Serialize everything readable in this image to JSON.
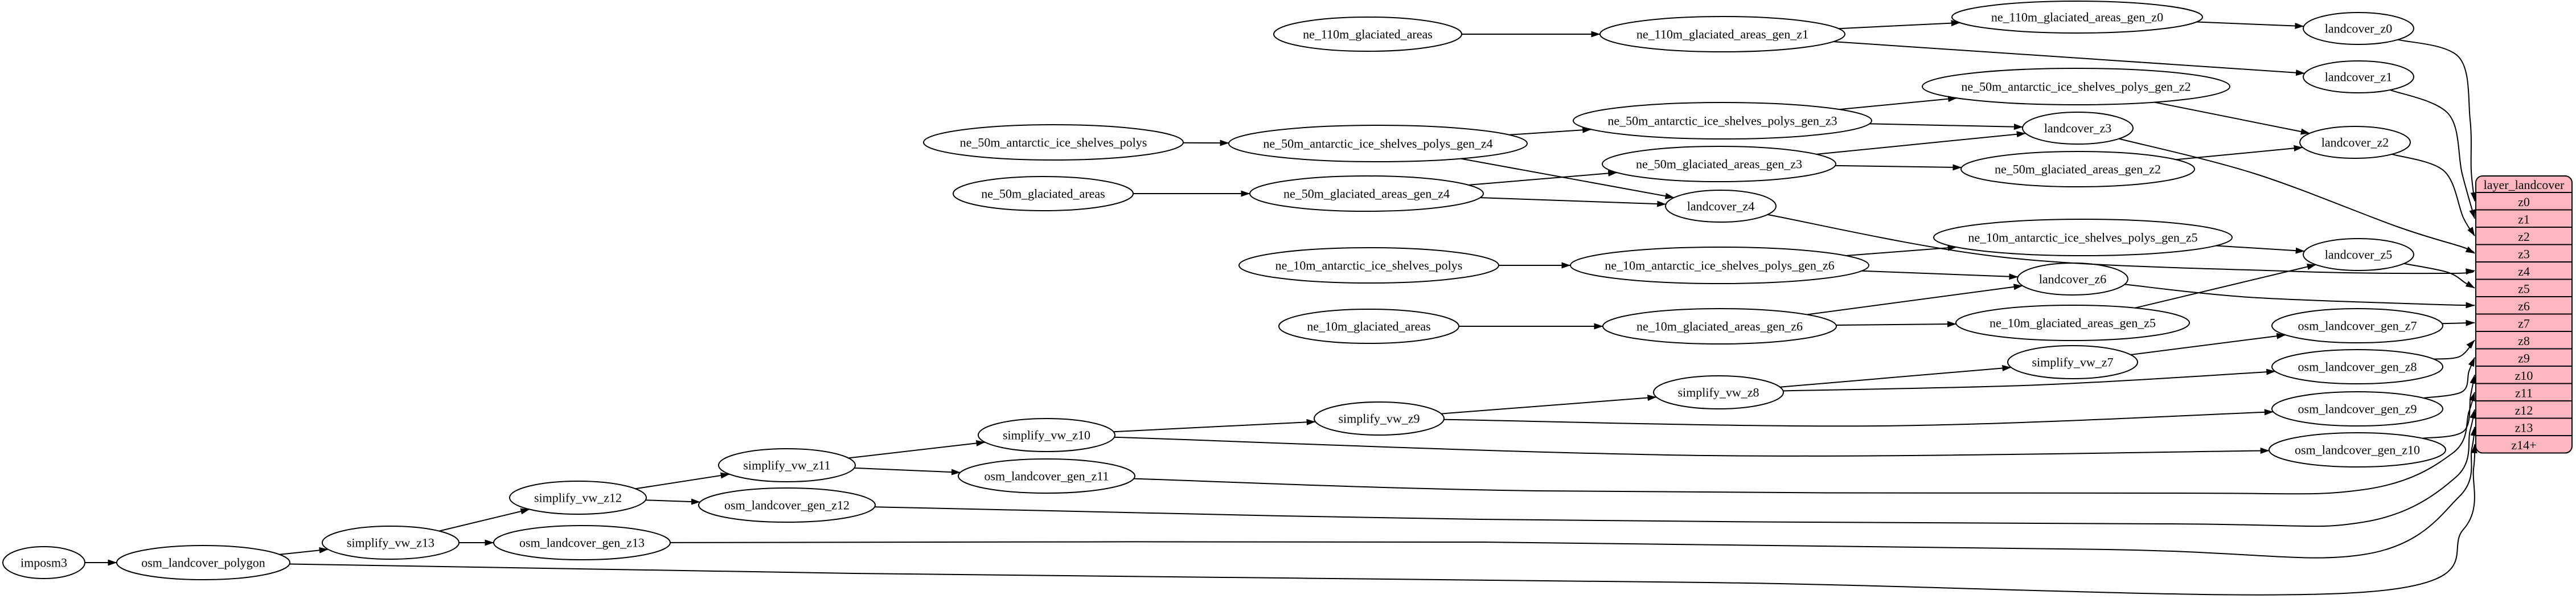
{
  "diagram": {
    "kind": "etl-dependency-graph",
    "nodes": [
      {
        "id": "imposm3",
        "label": "imposm3"
      },
      {
        "id": "osm_landcover_polygon",
        "label": "osm_landcover_polygon"
      },
      {
        "id": "simplify_vw_z13",
        "label": "simplify_vw_z13"
      },
      {
        "id": "osm_landcover_gen_z13",
        "label": "osm_landcover_gen_z13"
      },
      {
        "id": "simplify_vw_z12",
        "label": "simplify_vw_z12"
      },
      {
        "id": "osm_landcover_gen_z12",
        "label": "osm_landcover_gen_z12"
      },
      {
        "id": "simplify_vw_z11",
        "label": "simplify_vw_z11"
      },
      {
        "id": "osm_landcover_gen_z11",
        "label": "osm_landcover_gen_z11"
      },
      {
        "id": "simplify_vw_z10",
        "label": "simplify_vw_z10"
      },
      {
        "id": "simplify_vw_z9",
        "label": "simplify_vw_z9"
      },
      {
        "id": "simplify_vw_z8",
        "label": "simplify_vw_z8"
      },
      {
        "id": "simplify_vw_z7",
        "label": "simplify_vw_z7"
      },
      {
        "id": "osm_landcover_gen_z7",
        "label": "osm_landcover_gen_z7"
      },
      {
        "id": "osm_landcover_gen_z8",
        "label": "osm_landcover_gen_z8"
      },
      {
        "id": "osm_landcover_gen_z9",
        "label": "osm_landcover_gen_z9"
      },
      {
        "id": "osm_landcover_gen_z10",
        "label": "osm_landcover_gen_z10"
      },
      {
        "id": "ne_110m_glaciated_areas",
        "label": "ne_110m_glaciated_areas"
      },
      {
        "id": "ne_110m_glaciated_areas_gen_z1",
        "label": "ne_110m_glaciated_areas_gen_z1"
      },
      {
        "id": "ne_110m_glaciated_areas_gen_z0",
        "label": "ne_110m_glaciated_areas_gen_z0"
      },
      {
        "id": "ne_50m_antarctic_ice_shelves_polys",
        "label": "ne_50m_antarctic_ice_shelves_polys"
      },
      {
        "id": "ne_50m_antarctic_ice_shelves_polys_gen_z4",
        "label": "ne_50m_antarctic_ice_shelves_polys_gen_z4"
      },
      {
        "id": "ne_50m_antarctic_ice_shelves_polys_gen_z3",
        "label": "ne_50m_antarctic_ice_shelves_polys_gen_z3"
      },
      {
        "id": "ne_50m_antarctic_ice_shelves_polys_gen_z2",
        "label": "ne_50m_antarctic_ice_shelves_polys_gen_z2"
      },
      {
        "id": "ne_50m_glaciated_areas",
        "label": "ne_50m_glaciated_areas"
      },
      {
        "id": "ne_50m_glaciated_areas_gen_z4",
        "label": "ne_50m_glaciated_areas_gen_z4"
      },
      {
        "id": "ne_50m_glaciated_areas_gen_z3",
        "label": "ne_50m_glaciated_areas_gen_z3"
      },
      {
        "id": "ne_50m_glaciated_areas_gen_z2",
        "label": "ne_50m_glaciated_areas_gen_z2"
      },
      {
        "id": "ne_10m_antarctic_ice_shelves_polys",
        "label": "ne_10m_antarctic_ice_shelves_polys"
      },
      {
        "id": "ne_10m_antarctic_ice_shelves_polys_gen_z6",
        "label": "ne_10m_antarctic_ice_shelves_polys_gen_z6"
      },
      {
        "id": "ne_10m_antarctic_ice_shelves_polys_gen_z5",
        "label": "ne_10m_antarctic_ice_shelves_polys_gen_z5"
      },
      {
        "id": "ne_10m_glaciated_areas",
        "label": "ne_10m_glaciated_areas"
      },
      {
        "id": "ne_10m_glaciated_areas_gen_z6",
        "label": "ne_10m_glaciated_areas_gen_z6"
      },
      {
        "id": "ne_10m_glaciated_areas_gen_z5",
        "label": "ne_10m_glaciated_areas_gen_z5"
      },
      {
        "id": "landcover_z0",
        "label": "landcover_z0"
      },
      {
        "id": "landcover_z1",
        "label": "landcover_z1"
      },
      {
        "id": "landcover_z2",
        "label": "landcover_z2"
      },
      {
        "id": "landcover_z3",
        "label": "landcover_z3"
      },
      {
        "id": "landcover_z4",
        "label": "landcover_z4"
      },
      {
        "id": "landcover_z5",
        "label": "landcover_z5"
      },
      {
        "id": "landcover_z6",
        "label": "landcover_z6"
      }
    ],
    "edges": [
      {
        "from": "imposm3",
        "to": "osm_landcover_polygon"
      },
      {
        "from": "osm_landcover_polygon",
        "to": "simplify_vw_z13"
      },
      {
        "from": "osm_landcover_polygon",
        "to": "layer_landcover:z14+"
      },
      {
        "from": "simplify_vw_z13",
        "to": "simplify_vw_z12"
      },
      {
        "from": "simplify_vw_z13",
        "to": "osm_landcover_gen_z13"
      },
      {
        "from": "osm_landcover_gen_z13",
        "to": "layer_landcover:z13"
      },
      {
        "from": "simplify_vw_z12",
        "to": "simplify_vw_z11"
      },
      {
        "from": "simplify_vw_z12",
        "to": "osm_landcover_gen_z12"
      },
      {
        "from": "osm_landcover_gen_z12",
        "to": "layer_landcover:z12"
      },
      {
        "from": "simplify_vw_z11",
        "to": "simplify_vw_z10"
      },
      {
        "from": "simplify_vw_z11",
        "to": "osm_landcover_gen_z11"
      },
      {
        "from": "osm_landcover_gen_z11",
        "to": "layer_landcover:z11"
      },
      {
        "from": "simplify_vw_z10",
        "to": "simplify_vw_z9"
      },
      {
        "from": "simplify_vw_z10",
        "to": "osm_landcover_gen_z10"
      },
      {
        "from": "osm_landcover_gen_z10",
        "to": "layer_landcover:z10"
      },
      {
        "from": "simplify_vw_z9",
        "to": "simplify_vw_z8"
      },
      {
        "from": "simplify_vw_z9",
        "to": "osm_landcover_gen_z9"
      },
      {
        "from": "osm_landcover_gen_z9",
        "to": "layer_landcover:z9"
      },
      {
        "from": "simplify_vw_z8",
        "to": "simplify_vw_z7"
      },
      {
        "from": "simplify_vw_z8",
        "to": "osm_landcover_gen_z8"
      },
      {
        "from": "osm_landcover_gen_z8",
        "to": "layer_landcover:z8"
      },
      {
        "from": "simplify_vw_z7",
        "to": "osm_landcover_gen_z7"
      },
      {
        "from": "osm_landcover_gen_z7",
        "to": "layer_landcover:z7"
      },
      {
        "from": "ne_110m_glaciated_areas",
        "to": "ne_110m_glaciated_areas_gen_z1"
      },
      {
        "from": "ne_110m_glaciated_areas_gen_z1",
        "to": "ne_110m_glaciated_areas_gen_z0"
      },
      {
        "from": "ne_110m_glaciated_areas_gen_z1",
        "to": "landcover_z1"
      },
      {
        "from": "ne_110m_glaciated_areas_gen_z0",
        "to": "landcover_z0"
      },
      {
        "from": "landcover_z0",
        "to": "layer_landcover:z0"
      },
      {
        "from": "landcover_z1",
        "to": "layer_landcover:z1"
      },
      {
        "from": "ne_50m_antarctic_ice_shelves_polys",
        "to": "ne_50m_antarctic_ice_shelves_polys_gen_z4"
      },
      {
        "from": "ne_50m_antarctic_ice_shelves_polys_gen_z4",
        "to": "ne_50m_antarctic_ice_shelves_polys_gen_z3"
      },
      {
        "from": "ne_50m_antarctic_ice_shelves_polys_gen_z4",
        "to": "landcover_z4"
      },
      {
        "from": "ne_50m_antarctic_ice_shelves_polys_gen_z3",
        "to": "ne_50m_antarctic_ice_shelves_polys_gen_z2"
      },
      {
        "from": "ne_50m_antarctic_ice_shelves_polys_gen_z3",
        "to": "landcover_z3"
      },
      {
        "from": "ne_50m_antarctic_ice_shelves_polys_gen_z2",
        "to": "landcover_z2"
      },
      {
        "from": "ne_50m_glaciated_areas",
        "to": "ne_50m_glaciated_areas_gen_z4"
      },
      {
        "from": "ne_50m_glaciated_areas_gen_z4",
        "to": "ne_50m_glaciated_areas_gen_z3"
      },
      {
        "from": "ne_50m_glaciated_areas_gen_z4",
        "to": "landcover_z4"
      },
      {
        "from": "ne_50m_glaciated_areas_gen_z3",
        "to": "ne_50m_glaciated_areas_gen_z2"
      },
      {
        "from": "ne_50m_glaciated_areas_gen_z3",
        "to": "landcover_z3"
      },
      {
        "from": "ne_50m_glaciated_areas_gen_z2",
        "to": "landcover_z2"
      },
      {
        "from": "landcover_z2",
        "to": "layer_landcover:z2"
      },
      {
        "from": "landcover_z3",
        "to": "layer_landcover:z3"
      },
      {
        "from": "landcover_z4",
        "to": "layer_landcover:z4"
      },
      {
        "from": "ne_10m_antarctic_ice_shelves_polys",
        "to": "ne_10m_antarctic_ice_shelves_polys_gen_z6"
      },
      {
        "from": "ne_10m_antarctic_ice_shelves_polys_gen_z6",
        "to": "ne_10m_antarctic_ice_shelves_polys_gen_z5"
      },
      {
        "from": "ne_10m_antarctic_ice_shelves_polys_gen_z6",
        "to": "landcover_z6"
      },
      {
        "from": "ne_10m_antarctic_ice_shelves_polys_gen_z5",
        "to": "landcover_z5"
      },
      {
        "from": "ne_10m_glaciated_areas",
        "to": "ne_10m_glaciated_areas_gen_z6"
      },
      {
        "from": "ne_10m_glaciated_areas_gen_z6",
        "to": "ne_10m_glaciated_areas_gen_z5"
      },
      {
        "from": "ne_10m_glaciated_areas_gen_z6",
        "to": "landcover_z6"
      },
      {
        "from": "ne_10m_glaciated_areas_gen_z5",
        "to": "landcover_z5"
      },
      {
        "from": "landcover_z5",
        "to": "layer_landcover:z5"
      },
      {
        "from": "landcover_z6",
        "to": "layer_landcover:z6"
      }
    ]
  },
  "layer_table": {
    "title": "layer_landcover",
    "rows": [
      "z0",
      "z1",
      "z2",
      "z3",
      "z4",
      "z5",
      "z6",
      "z7",
      "z8",
      "z9",
      "z10",
      "z11",
      "z12",
      "z13",
      "z14+"
    ]
  },
  "colors": {
    "background": "#ffffff",
    "stroke": "#000000",
    "table_fill": "#ffb6c1",
    "text": "#000000"
  }
}
